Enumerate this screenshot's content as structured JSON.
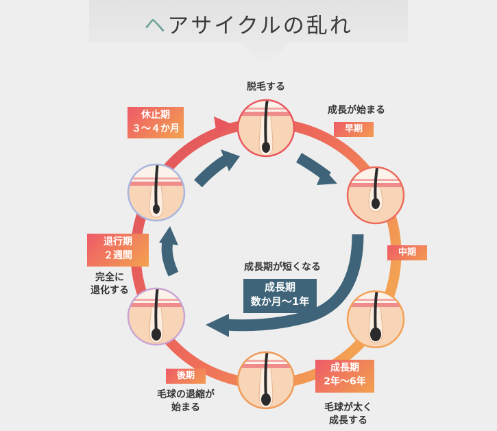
{
  "title": "ヘアサイクルの乱れ",
  "title_deco": "ヘ",
  "title_text": "アサイクルの乱れ",
  "labels": {
    "shedding": "脱毛する",
    "growth_start": "成長が始まる",
    "bulb_thicken": [
      "毛球が太く",
      "成長する"
    ],
    "bulb_shrink": [
      "毛球の退縮が",
      "始まる"
    ],
    "complete_regress": [
      "完全に",
      "退化する"
    ],
    "shortened": "成長期が短くなる"
  },
  "tags": {
    "early": "早期",
    "middle": "中期",
    "late": "後期"
  },
  "boxes": {
    "resting": [
      "休止期",
      "３～４か月"
    ],
    "regression": [
      "退行期",
      "２週間"
    ],
    "growth": [
      "成長期",
      "2年～6年"
    ]
  },
  "shortened_box": [
    "成長期",
    "数か月～1年"
  ],
  "colors": {
    "ring_red": "#e8565e",
    "ring_orange": "#f2a256",
    "arrow_blue": "#3f6479",
    "skin": "#f7d5b6",
    "hair": "#2a2a2a"
  }
}
